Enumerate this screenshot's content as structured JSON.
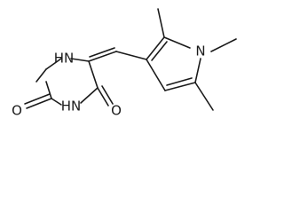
{
  "molecule": {
    "atoms": {
      "nh_top": "HN",
      "nh_bottom": "HN",
      "o_left": "O",
      "o_right": "O",
      "n_pyrrole": "N"
    }
  }
}
